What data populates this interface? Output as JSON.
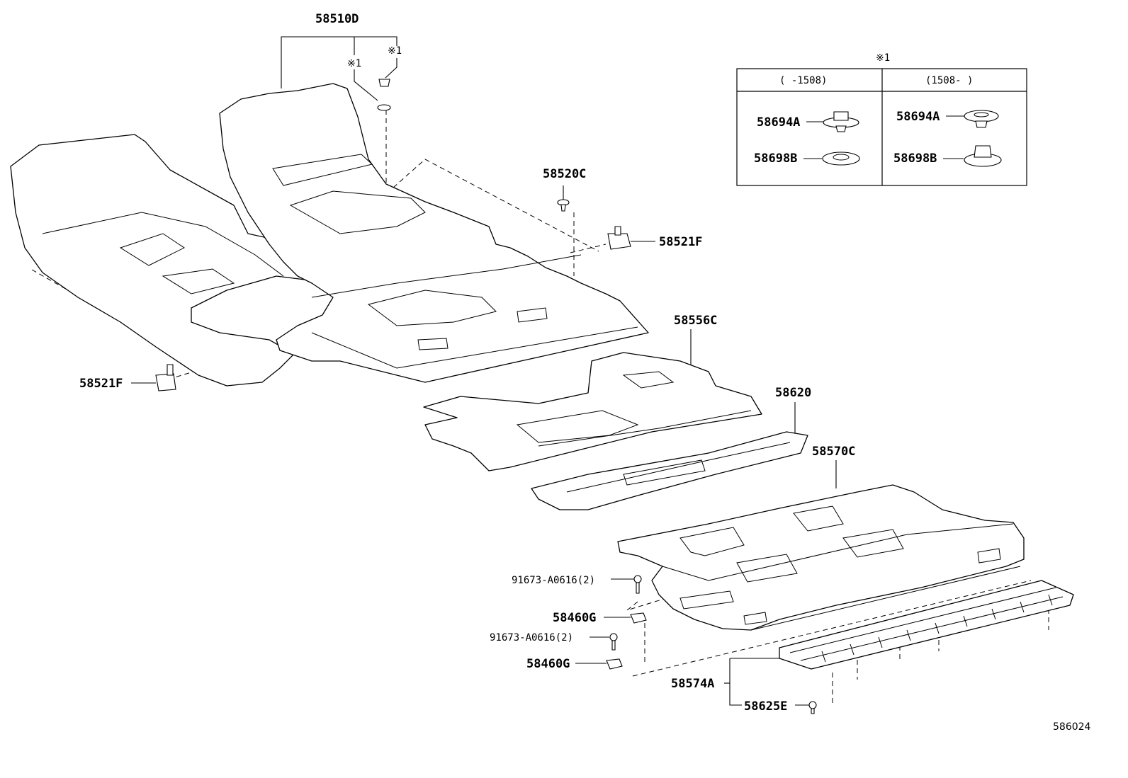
{
  "callouts": {
    "carpet_front": "58510D",
    "note1_a": "※1",
    "note1_b": "※1",
    "clip_top": "58520C",
    "clip_right": "58521F",
    "clip_left": "58521F",
    "mat_middle": "58556C",
    "tray": "58620",
    "mat_rear": "58570C",
    "bolt_upper": "91673-A0616(2)",
    "nut_upper": "58460G",
    "bolt_lower": "91673-A0616(2)",
    "nut_lower": "58460G",
    "step_plate": "58574A",
    "screw": "58625E"
  },
  "note_box": {
    "title": "※1",
    "col_left_header": "(   -1508)",
    "col_right_header": "(1508-   )",
    "left_part1": "58694A",
    "left_part2": "58698B",
    "right_part1": "58694A",
    "right_part2": "58698B"
  },
  "diagram_id": "586024"
}
